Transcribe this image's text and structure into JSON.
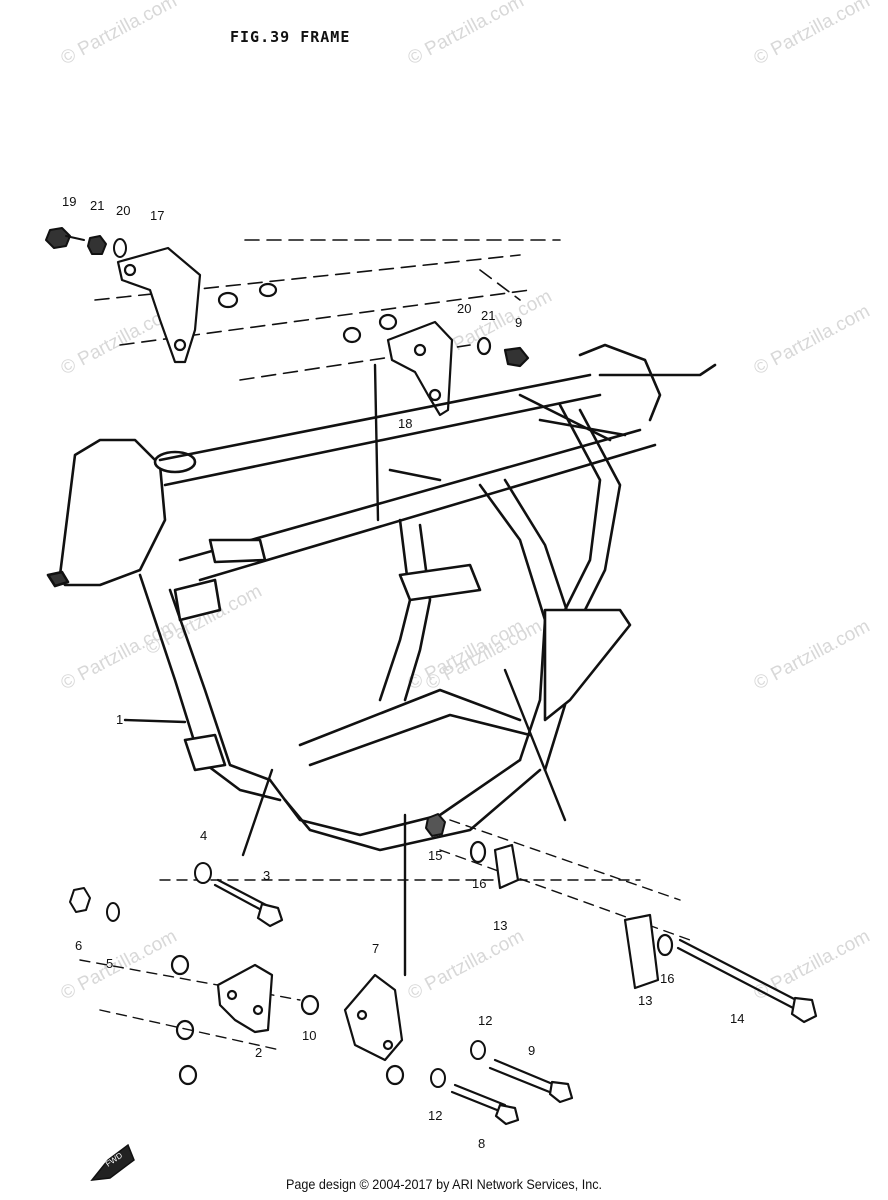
{
  "title": "FIG.39  FRAME",
  "watermark": "© Partzilla.com",
  "footer": "Page design © 2004-2017 by ARI Network Services, Inc.",
  "callouts": {
    "c1": "1",
    "c2": "2",
    "c3": "3",
    "c4": "4",
    "c5": "5",
    "c6": "6",
    "c7": "7",
    "c8": "8",
    "c9a": "9",
    "c9b": "9",
    "c12a": "12",
    "c12b": "12",
    "c13a": "13",
    "c13b": "13",
    "c14": "14",
    "c15": "15",
    "c16a": "16",
    "c16b": "16",
    "c17": "17",
    "c18": "18",
    "c19": "19",
    "c20a": "20",
    "c20b": "20",
    "c21a": "21",
    "c21b": "21",
    "c10": "10"
  },
  "fwd_label": "FWD"
}
